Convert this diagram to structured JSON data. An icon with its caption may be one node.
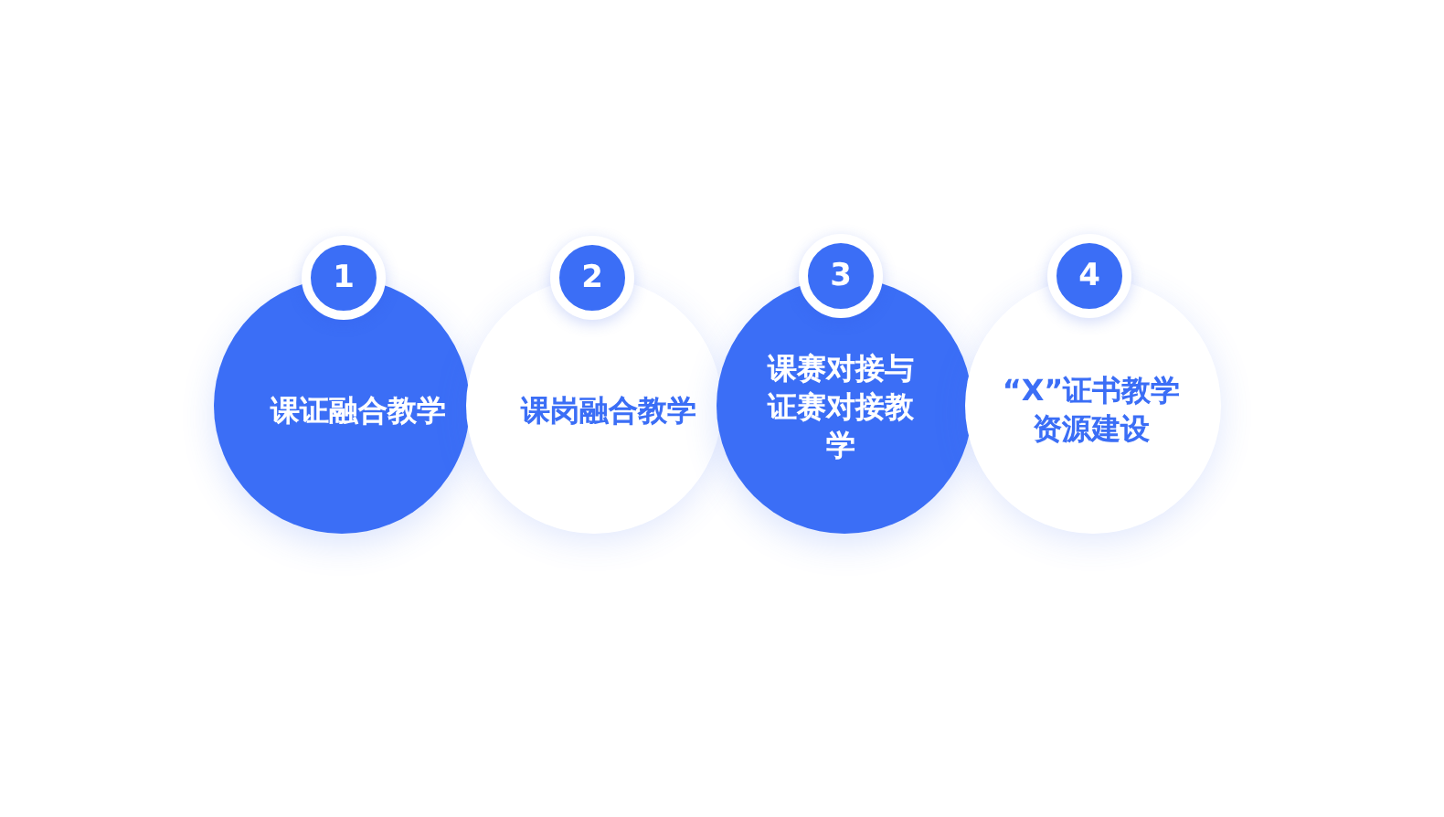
{
  "diagram": {
    "nodes": [
      {
        "text": [
          "1"
        ]
      },
      {
        "text": [
          "课证融合教学"
        ]
      },
      {
        "text": [
          "2"
        ]
      },
      {
        "text": [
          "课岗融合教学"
        ]
      },
      {
        "text": [
          "3"
        ]
      },
      {
        "text": [
          "课赛对接与证赛对接教学"
        ]
      },
      {
        "text": [
          "4"
        ]
      },
      {
        "text": [
          "“X”证书教学资源建设"
        ]
      }
    ]
  }
}
